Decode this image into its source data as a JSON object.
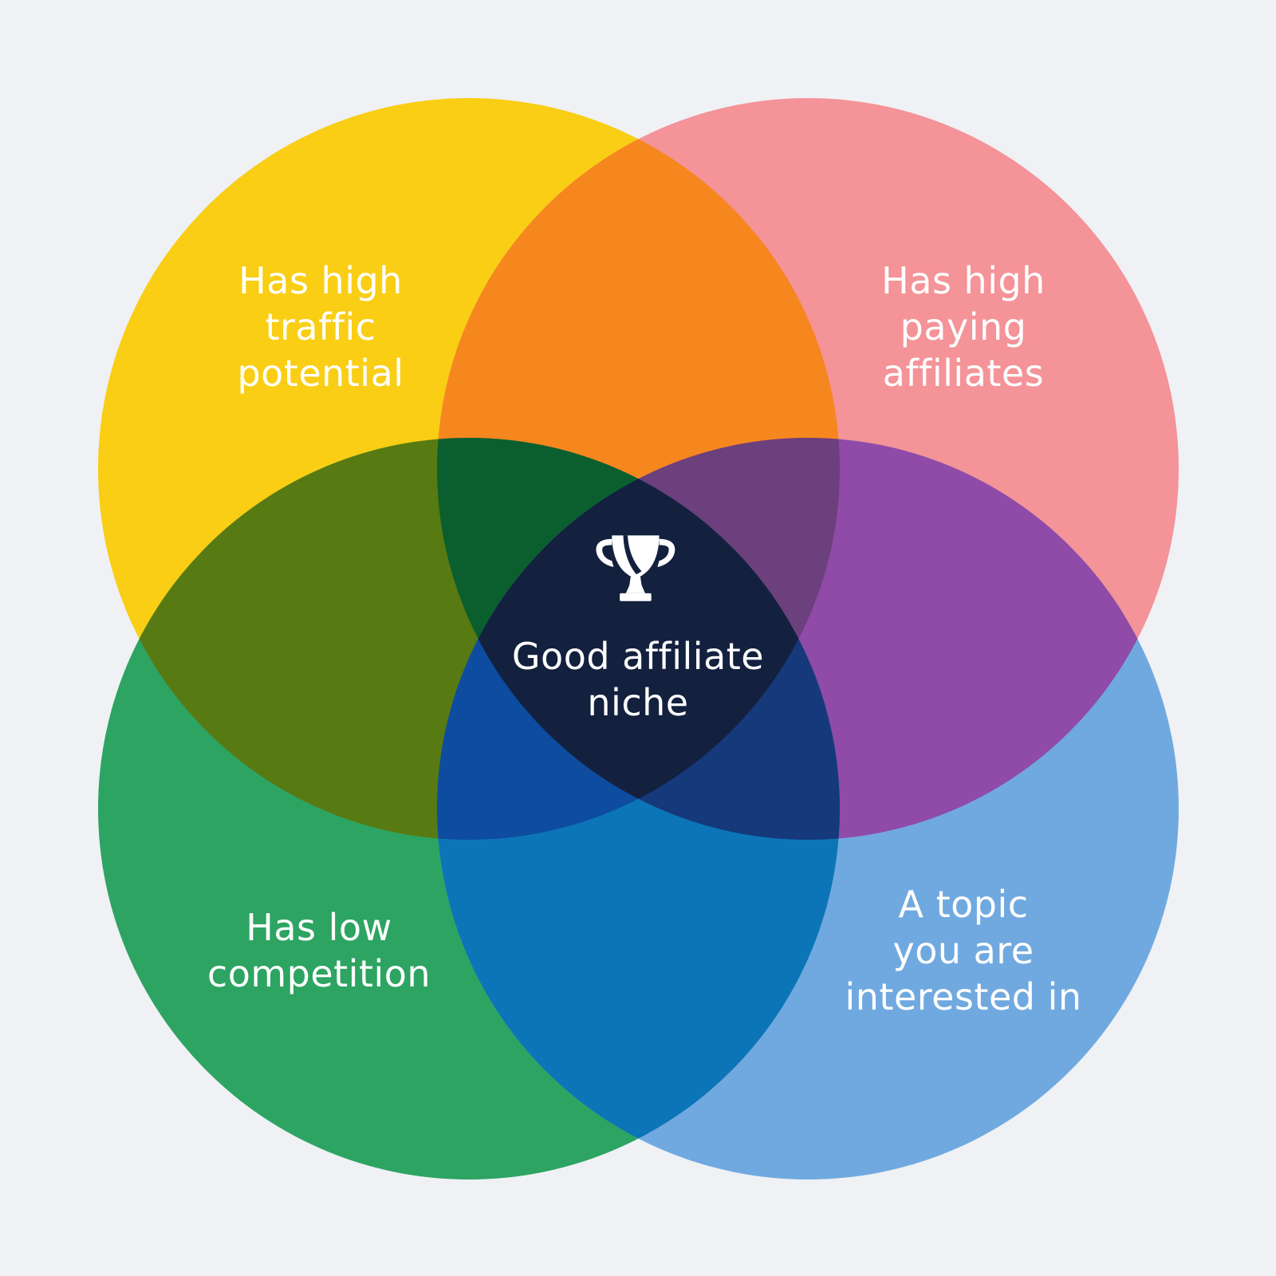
{
  "title": "Good affiliate niche venn diagram",
  "background": "#EFF1F5",
  "text_color": "#FFFFFF",
  "circles": [
    {
      "id": "traffic",
      "position": "top-left",
      "color": "#F9CE14",
      "label": "Has high traffic potential",
      "lines": [
        "Has high",
        "traffic",
        "potential"
      ]
    },
    {
      "id": "affiliates",
      "position": "top-right",
      "color": "#F49398",
      "label": "Has high paying affiliates",
      "lines": [
        "Has high",
        "paying",
        "affiliates"
      ]
    },
    {
      "id": "competition",
      "position": "bottom-left",
      "color": "#2DA462",
      "label": "Has low competition",
      "lines": [
        "Has low",
        "competition"
      ]
    },
    {
      "id": "interest",
      "position": "bottom-right",
      "color": "#70A9DF",
      "label": "A topic you are interested in",
      "lines": [
        "A topic",
        "you are",
        "interested in"
      ]
    }
  ],
  "overlaps": {
    "traffic_affiliates": "#F6861E",
    "traffic_competition": "#587A12",
    "affiliates_interest": "#8F4BA7",
    "competition_interest": "#0C75B7",
    "traffic_affiliates_competition": "#0B5F2E",
    "traffic_affiliates_interest": "#6C3F7D",
    "traffic_competition_interest": "#0D4C9E",
    "affiliates_competition_interest": "#15397B",
    "all_four": "#13203E"
  },
  "center": {
    "icon": "trophy-icon",
    "icon_color": "#FFFFFF",
    "label": "Good affiliate niche",
    "lines": [
      "Good affiliate",
      "niche"
    ]
  }
}
